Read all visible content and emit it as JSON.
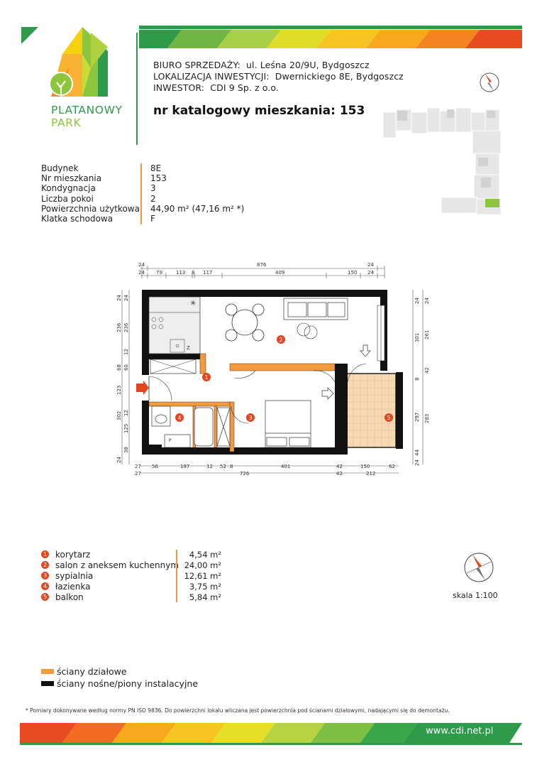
{
  "brand": {
    "name_line1": "PLATANOWY",
    "name_line2": "PARK"
  },
  "header": {
    "sales_label": "BIURO SPRZEDAŻY:",
    "sales_value": "ul. Leśna 20/9U, Bydgoszcz",
    "location_label": "LOKALIZACJA INWESTYCJI:",
    "location_value": "Dwernickiego 8E, Bydgoszcz",
    "investor_label": "INWESTOR:",
    "investor_value": "CDI 9 Sp. z o.o.",
    "catalog": "nr katalogowy mieszkania: 153"
  },
  "info": [
    {
      "label": "Budynek",
      "value": "8E"
    },
    {
      "label": "Nr mieszkania",
      "value": "153"
    },
    {
      "label": "Kondygnacja",
      "value": "3"
    },
    {
      "label": "Liczba pokoi",
      "value": "2"
    },
    {
      "label": "Powierzchnia użytkowa",
      "value": "44,90 m² (47,16 m² *)"
    },
    {
      "label": "Klatka schodowa",
      "value": "F"
    }
  ],
  "rooms": [
    {
      "num": "1",
      "name": "korytarz",
      "area": "4,54 m²"
    },
    {
      "num": "2",
      "name": "salon z aneksem kuchennym",
      "area": "24,00 m²"
    },
    {
      "num": "3",
      "name": "sypialnia",
      "area": "12,61 m²"
    },
    {
      "num": "4",
      "name": "łazienka",
      "area": "3,75 m²"
    },
    {
      "num": "5",
      "name": "balkon",
      "area": "5,84 m²"
    }
  ],
  "dims": {
    "top1": [
      "24",
      "876",
      "24"
    ],
    "top2": [
      "24",
      "79",
      "113",
      "8",
      "117",
      "409",
      "150",
      "24"
    ],
    "left1": [
      "24",
      "236",
      "68",
      "123",
      "302",
      "24"
    ],
    "left2": [
      "24",
      "236",
      "12",
      "60",
      "12",
      "125",
      "38"
    ],
    "right1": [
      "24",
      "301",
      "8",
      "297",
      "44",
      "24"
    ],
    "right2": [
      "24",
      "261",
      "42",
      "283"
    ],
    "bottom1": [
      "27",
      "56",
      "197",
      "12",
      "52",
      "8",
      "401",
      "42",
      "150",
      "62"
    ],
    "bottom2": [
      "27",
      "726",
      "42",
      "212"
    ],
    "fixture_z": "Z",
    "fixture_p": "P"
  },
  "scale": "skala 1:100",
  "legend": [
    {
      "label": "ściany działowe",
      "color": "#f39a3c"
    },
    {
      "label": "ściany nośne/piony instalacyjne",
      "color": "#111111"
    }
  ],
  "footnote": "* Pomiary dokonywane według normy PN ISO 9836. Do powierzchni lokalu wliczana jest powierzchnia pod ścianami działowymi, nadającymi się do demontażu.",
  "website": "www.cdi.net.pl",
  "colors": {
    "accent": "#e5461f",
    "green": "#2e9b4a",
    "balcony": "#f6d8b5"
  }
}
